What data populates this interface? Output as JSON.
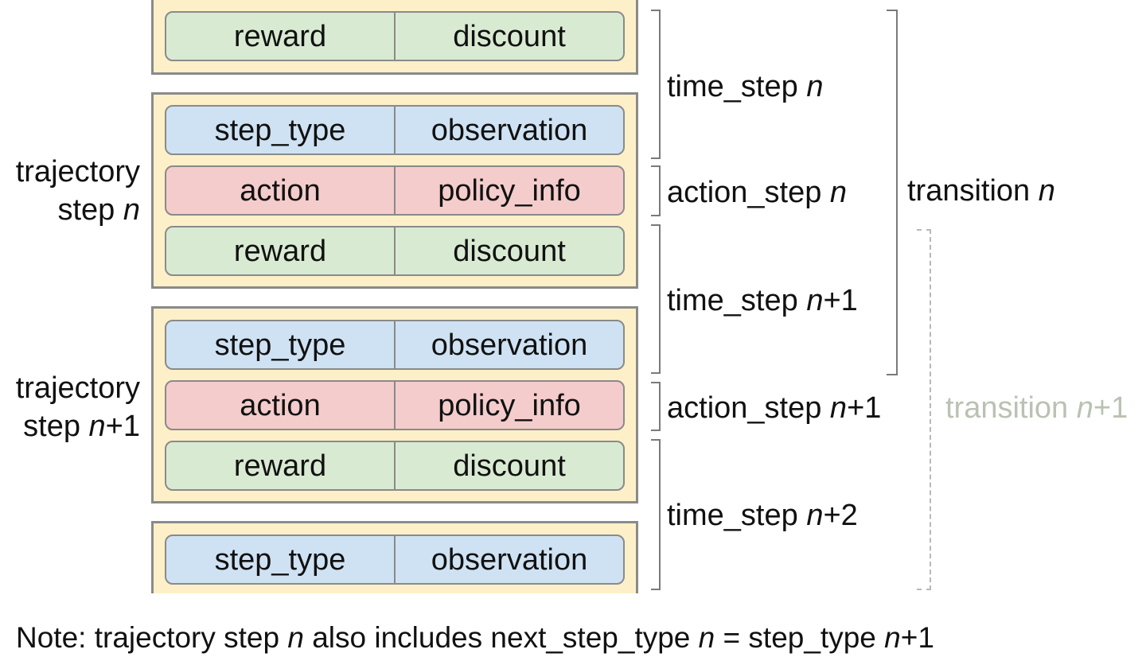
{
  "fields": {
    "reward": "reward",
    "discount": "discount",
    "step_type": "step_type",
    "observation": "observation",
    "action": "action",
    "policy_info": "policy_info"
  },
  "trajectory_labels": [
    {
      "line1": "trajectory",
      "line2_prefix": "step ",
      "var": "n",
      "suffix": ""
    },
    {
      "line1": "trajectory",
      "line2_prefix": "step ",
      "var": "n",
      "suffix": "+1"
    }
  ],
  "step_labels": [
    {
      "prefix": "time_step ",
      "var": "n",
      "suffix": ""
    },
    {
      "prefix": "action_step ",
      "var": "n",
      "suffix": ""
    },
    {
      "prefix": "time_step ",
      "var": "n",
      "suffix": "+1"
    },
    {
      "prefix": "action_step ",
      "var": "n",
      "suffix": "+1"
    },
    {
      "prefix": "time_step ",
      "var": "n",
      "suffix": "+2"
    }
  ],
  "transitions": [
    {
      "prefix": "transition ",
      "var": "n",
      "suffix": ""
    },
    {
      "prefix": "transition ",
      "var": "n",
      "suffix": "+1"
    }
  ],
  "note": {
    "p1": "Note: trajectory step ",
    "v1": "n",
    "p2": " also includes next_step_type ",
    "v2": "n",
    "p3": " = step_type ",
    "v3": "n",
    "p4": "+1"
  },
  "colors": {
    "trajectory_bg": "#fdf0c8",
    "time_fields": "#d9ead3",
    "step_fields": "#cfe2f3",
    "action_fields": "#f4cccc",
    "faded_text": "#b9c2b3"
  }
}
